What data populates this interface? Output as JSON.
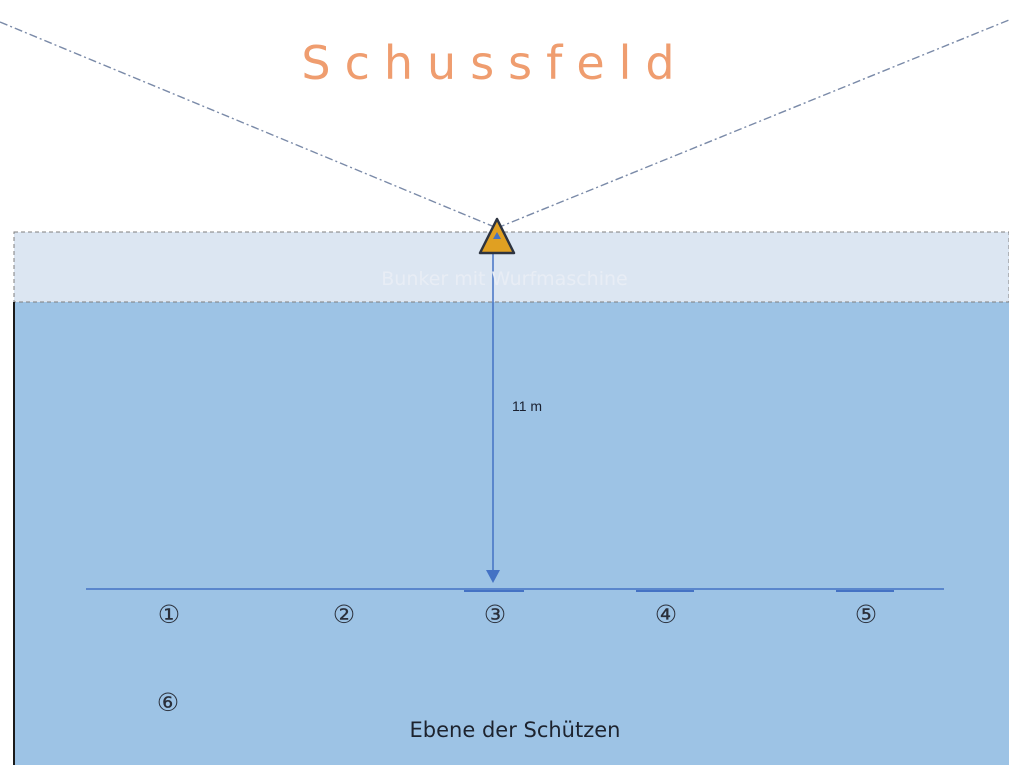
{
  "title": "Schussfeld",
  "bunker_label": "Bunker mit Wurfmaschine",
  "distance_label": "11 m",
  "positions": [
    "①",
    "②",
    "③",
    "④",
    "⑤",
    "⑥"
  ],
  "shooters_label": "Ebene der Schützen",
  "colors": {
    "title": "#ef9d6f",
    "bunker_fill": "#dce6f2",
    "bunker_text": "#e8edf5",
    "field_fill": "#9dc3e5",
    "line_blue": "#4472c4",
    "machine_fill": "#e0a022",
    "machine_stroke": "#2e3440",
    "dash_line": "#7a8aa8"
  },
  "icons": {
    "machine": "triangle-icon"
  }
}
